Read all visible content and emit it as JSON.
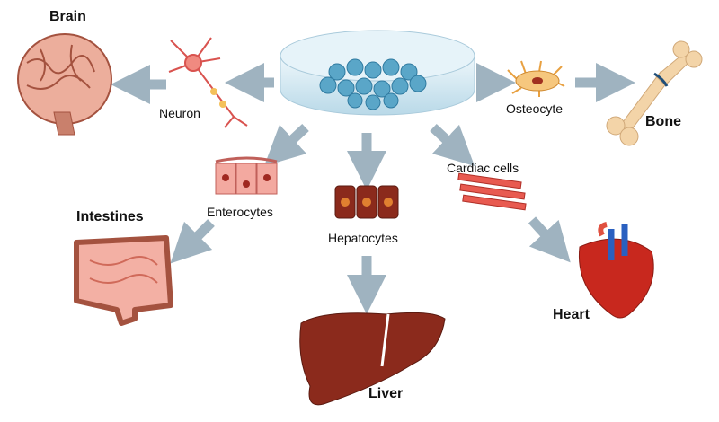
{
  "labels": {
    "brain": "Brain",
    "neuron": "Neuron",
    "osteocyte": "Osteocyte",
    "bone": "Bone",
    "enterocytes": "Enterocytes",
    "intestines": "Intestines",
    "hepatocytes": "Hepatocytes",
    "liver": "Liver",
    "cardiac_cells": "Cardiac cells",
    "heart": "Heart"
  },
  "colors": {
    "arrow": "#9fb3c0",
    "organ_pink": "#e8a090",
    "liver": "#8b2a1c",
    "heart": "#c8281e",
    "dish": "#cfe6f0",
    "stem_cell": "#5aa6c8",
    "bone": "#f3d4a8"
  }
}
